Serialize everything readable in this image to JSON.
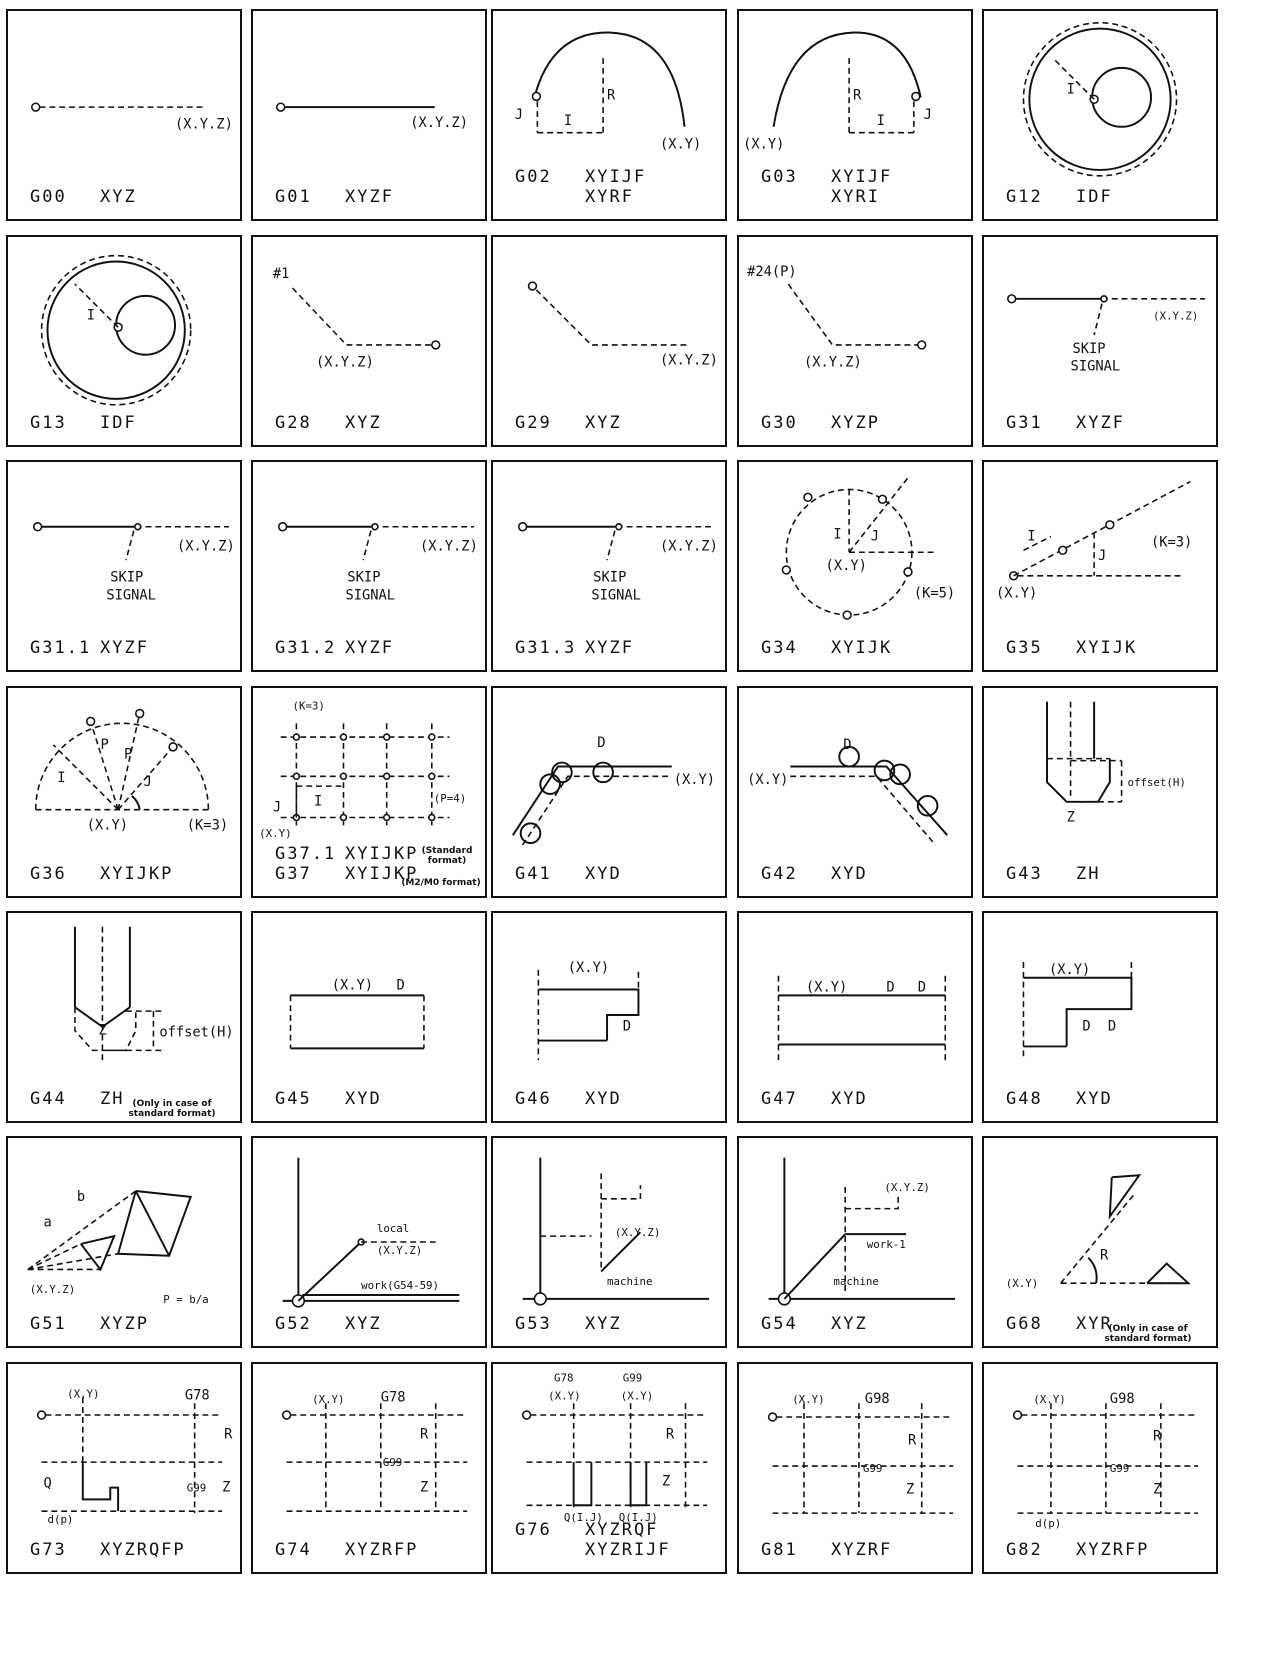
{
  "cells": [
    {
      "code": "G00",
      "params": "XYZ",
      "labels": [
        "(X.Y.Z)"
      ]
    },
    {
      "code": "G01",
      "params": "XYZF",
      "labels": [
        "(X.Y.Z)"
      ]
    },
    {
      "code": "G02",
      "params": "XYIJF",
      "params2": "XYRF",
      "labels": [
        "R",
        "I",
        "J",
        "(X.Y)"
      ]
    },
    {
      "code": "G03",
      "params": "XYIJF",
      "params2": "XYRI",
      "labels": [
        "R",
        "I",
        "J",
        "(X.Y)"
      ]
    },
    {
      "code": "G12",
      "params": "IDF",
      "labels": [
        "I"
      ]
    },
    {
      "code": "G13",
      "params": "IDF",
      "labels": [
        "I"
      ]
    },
    {
      "code": "G28",
      "params": "XYZ",
      "labels": [
        "#1",
        "(X.Y.Z)"
      ]
    },
    {
      "code": "G29",
      "params": "XYZ",
      "labels": [
        "(X.Y.Z)"
      ]
    },
    {
      "code": "G30",
      "params": "XYZP",
      "labels": [
        "#24(P)",
        "(X.Y.Z)"
      ]
    },
    {
      "code": "G31",
      "params": "XYZF",
      "labels": [
        "(X.Y.Z)",
        "SKIP",
        "SIGNAL"
      ]
    },
    {
      "code": "G31.1",
      "params": "XYZF",
      "labels": [
        "(X.Y.Z)",
        "SKIP",
        "SIGNAL"
      ]
    },
    {
      "code": "G31.2",
      "params": "XYZF",
      "labels": [
        "(X.Y.Z)",
        "SKIP",
        "SIGNAL"
      ]
    },
    {
      "code": "G31.3",
      "params": "XYZF",
      "labels": [
        "(X.Y.Z)",
        "SKIP",
        "SIGNAL"
      ]
    },
    {
      "code": "G34",
      "params": "XYIJK",
      "labels": [
        "I",
        "J",
        "(X.Y)",
        "(K=5)"
      ]
    },
    {
      "code": "G35",
      "params": "XYIJK",
      "labels": [
        "I",
        "J",
        "(K=3)",
        "(X.Y)"
      ]
    },
    {
      "code": "G36",
      "params": "XYIJKP",
      "labels": [
        "P",
        "P",
        "I",
        "J",
        "(X.Y)",
        "(K=3)"
      ]
    },
    {
      "code": "G37.1",
      "params": "XYIJKP",
      "code2": "G37",
      "params2": "XYIJKP",
      "note": "(Standard format)",
      "note2": "(M2/M0 format)",
      "labels": [
        "(K=3)",
        "J",
        "I",
        "(P=4)",
        "(X.Y)"
      ]
    },
    {
      "code": "G41",
      "params": "XYD",
      "labels": [
        "D",
        "(X.Y)"
      ]
    },
    {
      "code": "G42",
      "params": "XYD",
      "labels": [
        "D",
        "(X.Y)"
      ]
    },
    {
      "code": "G43",
      "params": "ZH",
      "labels": [
        "offset(H)",
        "Z"
      ]
    },
    {
      "code": "G44",
      "params": "ZH",
      "note": "(Only in case of standard format)",
      "labels": [
        "Z",
        "offset(H)"
      ]
    },
    {
      "code": "G45",
      "params": "XYD",
      "labels": [
        "(X.Y)",
        "D"
      ]
    },
    {
      "code": "G46",
      "params": "XYD",
      "labels": [
        "(X.Y)",
        "D"
      ]
    },
    {
      "code": "G47",
      "params": "XYD",
      "labels": [
        "(X.Y)",
        "D",
        "D"
      ]
    },
    {
      "code": "G48",
      "params": "XYD",
      "labels": [
        "(X.Y)",
        "D",
        "D"
      ]
    },
    {
      "code": "G51",
      "params": "XYZP",
      "labels": [
        "b",
        "a",
        "(X.Y.Z)",
        "P = b/a"
      ]
    },
    {
      "code": "G52",
      "params": "XYZ",
      "labels": [
        "local",
        "(X.Y.Z)",
        "work(G54-59)"
      ]
    },
    {
      "code": "G53",
      "params": "XYZ",
      "labels": [
        "(X.Y.Z)",
        "machine"
      ]
    },
    {
      "code": "G54",
      "params": "XYZ",
      "labels": [
        "(X.Y.Z)",
        "work-1",
        "machine"
      ]
    },
    {
      "code": "G68",
      "params": "XYR",
      "note": "(Only in case of standard format)",
      "labels": [
        "R",
        "(X.Y)"
      ]
    },
    {
      "code": "G73",
      "params": "XYZRQFP",
      "labels": [
        "(X.Y)",
        "G78",
        "R",
        "Q",
        "G99",
        "Z",
        "d(p)"
      ]
    },
    {
      "code": "G74",
      "params": "XYZRFP",
      "labels": [
        "(X.Y)",
        "G78",
        "R",
        "G99",
        "Z"
      ]
    },
    {
      "code": "G76",
      "params": "XYZRQF",
      "params2": "XYZRIJF",
      "labels": [
        "G78",
        "G99",
        "(X.Y)",
        "(X.Y)",
        "R",
        "Z",
        "Q(I.J)",
        "Q(I.J)"
      ]
    },
    {
      "code": "G81",
      "params": "XYZRF",
      "labels": [
        "(X.Y)",
        "G98",
        "R",
        "G99",
        "Z"
      ]
    },
    {
      "code": "G82",
      "params": "XYZRFP",
      "labels": [
        "(X.Y)",
        "G98",
        "R",
        "G99",
        "Z",
        "d(p)"
      ]
    }
  ]
}
